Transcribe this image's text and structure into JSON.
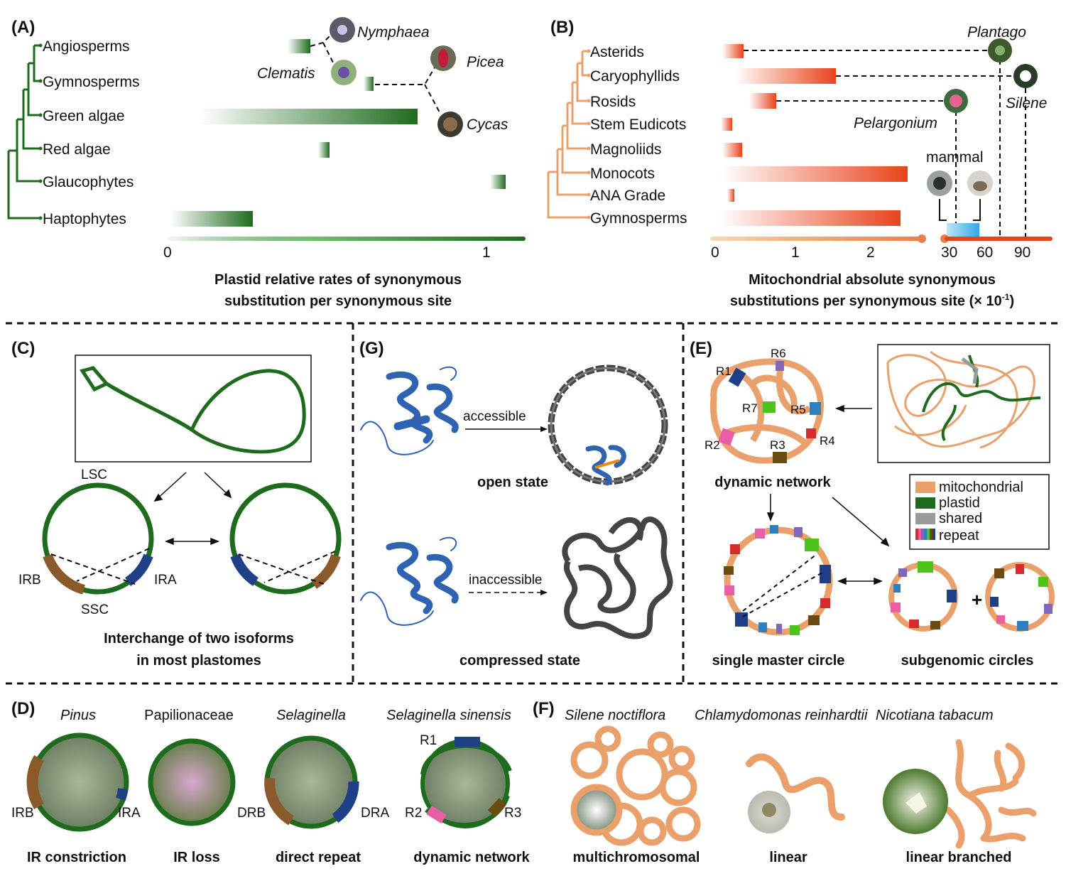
{
  "panelA": {
    "label": "(A)",
    "taxa": [
      "Angiosperms",
      "Gymnosperms",
      "Green algae",
      "Red algae",
      "Glaucophytes",
      "Haptophytes"
    ],
    "axis_ticks": [
      "0",
      "1"
    ],
    "axis_title_1": "Plastid relative rates of synonymous",
    "axis_title_2": "substitution per synonymous site",
    "genera": {
      "nymphaea": "Nymphaea",
      "clematis": "Clematis",
      "picea": "Picea",
      "cycas": "Cycas"
    }
  },
  "panelB": {
    "label": "(B)",
    "taxa": [
      "Asterids",
      "Caryophyllids",
      "Rosids",
      "Stem Eudicots",
      "Magnoliids",
      "Monocots",
      "ANA Grade",
      "Gymnosperms"
    ],
    "axis_ticks": [
      "0",
      "1",
      "2",
      "30",
      "60",
      "90"
    ],
    "axis_title_1": "Mitochondrial absolute synonymous",
    "axis_title_2": "substitutions per synonymous site (× 10",
    "axis_title_sup": "-1",
    "axis_title_end": ")",
    "genera": {
      "plantago": "Plantago",
      "silene": "Silene",
      "pelargonium": "Pelargonium"
    },
    "mammal_label": "mammal"
  },
  "panelC": {
    "label": "(C)",
    "labels": {
      "lsc": "LSC",
      "irb": "IRB",
      "ira": "IRA",
      "ssc": "SSC"
    },
    "caption_1": "Interchange of two isoforms",
    "caption_2": "in most plastomes"
  },
  "panelG": {
    "label": "(G)",
    "accessible": "accessible",
    "inaccessible": "inaccessible",
    "open_state": "open state",
    "compressed_state": "compressed state"
  },
  "panelE": {
    "label": "(E)",
    "repeats": [
      "R1",
      "R2",
      "R3",
      "R4",
      "R5",
      "R6",
      "R7"
    ],
    "dynamic_network": "dynamic network",
    "single_master": "single master circle",
    "subgenomic": "subgenomic circles",
    "plus": "+",
    "legend": [
      {
        "label": "mitochondrial",
        "color": "#e9a06b"
      },
      {
        "label": "plastid",
        "color": "#1e6b1e"
      },
      {
        "label": "shared",
        "color": "#9a9a9a"
      },
      {
        "label": "repeat",
        "color": "multi"
      }
    ]
  },
  "panelD": {
    "label": "(D)",
    "taxa": [
      "Pinus",
      "Papilionaceae",
      "Selaginella",
      "Selaginella sinensis"
    ],
    "labels": {
      "irb": "IRB",
      "ira": "IRA",
      "drb": "DRB",
      "dra": "DRA",
      "r1": "R1",
      "r2": "R2",
      "r3": "R3"
    },
    "captions": [
      "IR constriction",
      "IR loss",
      "direct repeat",
      "dynamic network"
    ]
  },
  "panelF": {
    "label": "(F)",
    "taxa": [
      "Silene noctiflora",
      "Chlamydomonas reinhardtii",
      "Nicotiana tabacum"
    ],
    "captions": [
      "multichromosomal",
      "linear",
      "linear branched"
    ]
  },
  "colors": {
    "plastid_green": "#1e6b1e",
    "mito_orange": "#e9a06b",
    "red_orange": "#e8431b",
    "ir_brown": "#8b5a2b",
    "ir_blue": "#1f3f86",
    "dna_gray": "#444444",
    "protein_blue": "#2f62b0"
  }
}
